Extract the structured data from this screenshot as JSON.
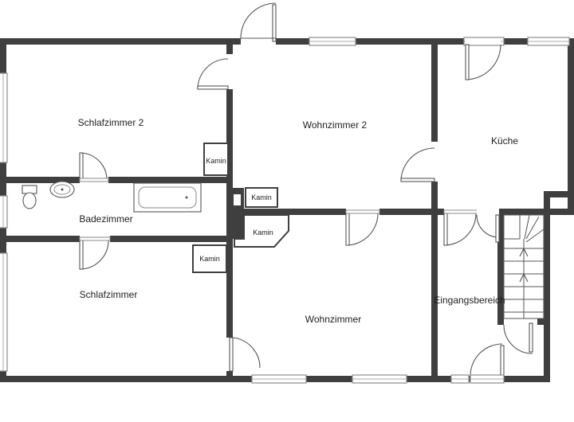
{
  "rooms": {
    "schlafzimmer2": "Schlafzimmer 2",
    "wohnzimmer2": "Wohnzimmer 2",
    "kueche": "Küche",
    "badezimmer": "Badezimmer",
    "schlafzimmer": "Schlafzimmer",
    "wohnzimmer": "Wohnzimmer",
    "eingangsbereich": "Eingangsbereich"
  },
  "fireplaces": {
    "kamin_schlafzimmer2": "Kamin",
    "kamin_center_upper": "Kamin",
    "kamin_center_lower": "Kamin",
    "kamin_schlafzimmer": "Kamin"
  },
  "colors": {
    "wall": "#3f3f3f",
    "background": "#ffffff"
  }
}
